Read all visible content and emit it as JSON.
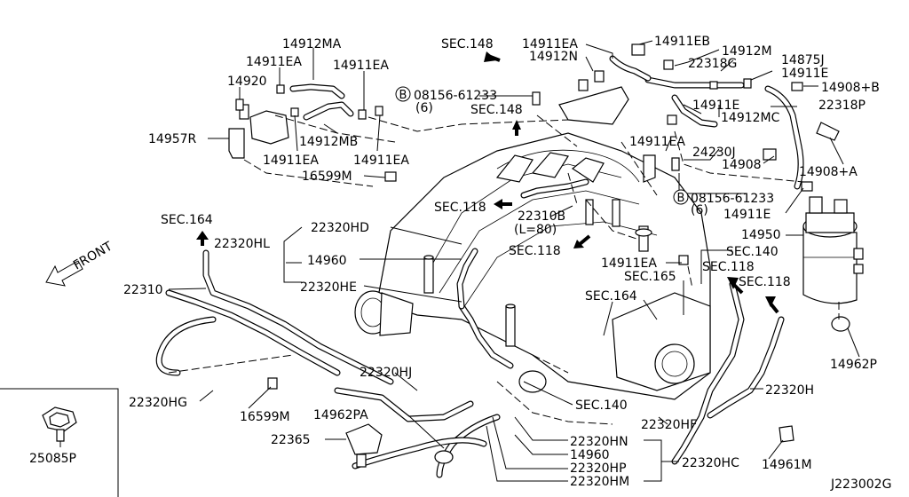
{
  "parts": [
    {
      "id": "14912MA",
      "text": "14912MA"
    },
    {
      "id": "14911EA_a",
      "text": "14911EA"
    },
    {
      "id": "14911EA_b",
      "text": "14911EA"
    },
    {
      "id": "14920",
      "text": "14920"
    },
    {
      "id": "14957R",
      "text": "14957R"
    },
    {
      "id": "14912MB",
      "text": "14912MB"
    },
    {
      "id": "14911EA_c",
      "text": "14911EA"
    },
    {
      "id": "14911EA_d",
      "text": "14911EA"
    },
    {
      "id": "16599M_a",
      "text": "16599M"
    },
    {
      "id": "bolt_a",
      "text": "08156-61233"
    },
    {
      "id": "bolt_a_qty",
      "text": "(6)"
    },
    {
      "id": "14911EA_e",
      "text": "14911EA"
    },
    {
      "id": "14912N",
      "text": "14912N"
    },
    {
      "id": "14911EB",
      "text": "14911EB"
    },
    {
      "id": "14912M",
      "text": "14912M"
    },
    {
      "id": "22318G",
      "text": "22318G"
    },
    {
      "id": "14875J",
      "text": "14875J"
    },
    {
      "id": "14911E_a",
      "text": "14911E"
    },
    {
      "id": "14908B",
      "text": "14908+B"
    },
    {
      "id": "14911E_b",
      "text": "14911E"
    },
    {
      "id": "22318P",
      "text": "22318P"
    },
    {
      "id": "14912MC",
      "text": "14912MC"
    },
    {
      "id": "14911EA_f",
      "text": "14911EA"
    },
    {
      "id": "24230J",
      "text": "24230J"
    },
    {
      "id": "14908",
      "text": "14908"
    },
    {
      "id": "14908A",
      "text": "14908+A"
    },
    {
      "id": "bolt_b",
      "text": "08156-61233"
    },
    {
      "id": "bolt_b_qty",
      "text": "(6)"
    },
    {
      "id": "14911E_c",
      "text": "14911E"
    },
    {
      "id": "22310B",
      "text": "22310B"
    },
    {
      "id": "22310B_len",
      "text": "(L=80)"
    },
    {
      "id": "22320HD",
      "text": "22320HD"
    },
    {
      "id": "22320HL",
      "text": "22320HL"
    },
    {
      "id": "14960_a",
      "text": "14960"
    },
    {
      "id": "22320HE",
      "text": "22320HE"
    },
    {
      "id": "22310",
      "text": "22310"
    },
    {
      "id": "14950",
      "text": "14950"
    },
    {
      "id": "14911EA_g",
      "text": "14911EA"
    },
    {
      "id": "14962P",
      "text": "14962P"
    },
    {
      "id": "22320HG",
      "text": "22320HG"
    },
    {
      "id": "16599M_b",
      "text": "16599M"
    },
    {
      "id": "22320HJ",
      "text": "22320HJ"
    },
    {
      "id": "14962PA",
      "text": "14962PA"
    },
    {
      "id": "22365",
      "text": "22365"
    },
    {
      "id": "22320H",
      "text": "22320H"
    },
    {
      "id": "22320HF",
      "text": "22320HF"
    },
    {
      "id": "22320HN",
      "text": "22320HN"
    },
    {
      "id": "14960_b",
      "text": "14960"
    },
    {
      "id": "22320HP",
      "text": "22320HP"
    },
    {
      "id": "22320HM",
      "text": "22320HM"
    },
    {
      "id": "22320HC",
      "text": "22320HC"
    },
    {
      "id": "14961M",
      "text": "14961M"
    },
    {
      "id": "25085P",
      "text": "25085P"
    }
  ],
  "section_refs": [
    {
      "id": "sec148_a",
      "text": "SEC.148"
    },
    {
      "id": "sec148_b",
      "text": "SEC.148"
    },
    {
      "id": "sec118_a",
      "text": "SEC.118"
    },
    {
      "id": "sec118_b",
      "text": "SEC.118"
    },
    {
      "id": "sec164_a",
      "text": "SEC.164"
    },
    {
      "id": "sec165",
      "text": "SEC.165"
    },
    {
      "id": "sec164_b",
      "text": "SEC.164"
    },
    {
      "id": "sec140_a",
      "text": "SEC.140"
    },
    {
      "id": "sec118_c",
      "text": "SEC.118"
    },
    {
      "id": "sec118_d",
      "text": "SEC.118"
    },
    {
      "id": "sec140_b",
      "text": "SEC.140"
    }
  ],
  "direction_label": "FRONT",
  "bolt_symbol": "B",
  "diagram_code": "J223002G"
}
